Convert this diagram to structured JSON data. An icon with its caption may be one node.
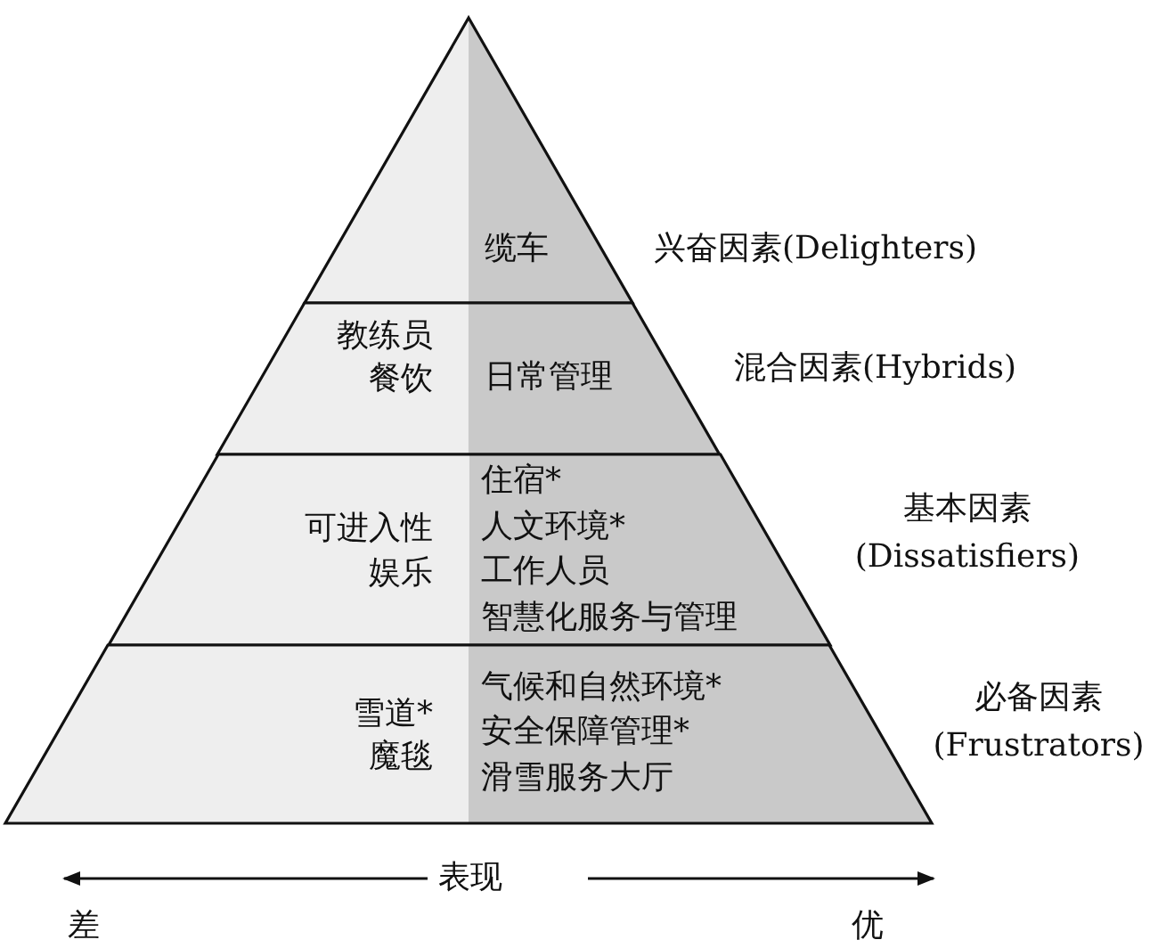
{
  "diagram": {
    "nodes": [
      {
        "text": [
          "缆车"
        ],
        "beside": [
          "兴奋因素(Delighters)"
        ]
      },
      {
        "text": [
          "教练员",
          "餐饮",
          "日常管理"
        ],
        "beside": [
          "混合因素(Hybrids)"
        ]
      },
      {
        "text": [
          "可进入性",
          "娱乐",
          "住宿*",
          "人文环境*",
          "工作人员",
          "智慧化服务与管理"
        ],
        "beside": [
          "基本因素(Dissatisfiers)"
        ]
      },
      {
        "text": [
          "雪道*",
          "魔毯",
          "气候和自然环境*",
          "安全保障管理*",
          "滑雪服务大厅"
        ],
        "beside": [
          "必备因素(Frustrators)"
        ]
      }
    ],
    "labels": [
      "表现",
      "差",
      "优"
    ]
  }
}
